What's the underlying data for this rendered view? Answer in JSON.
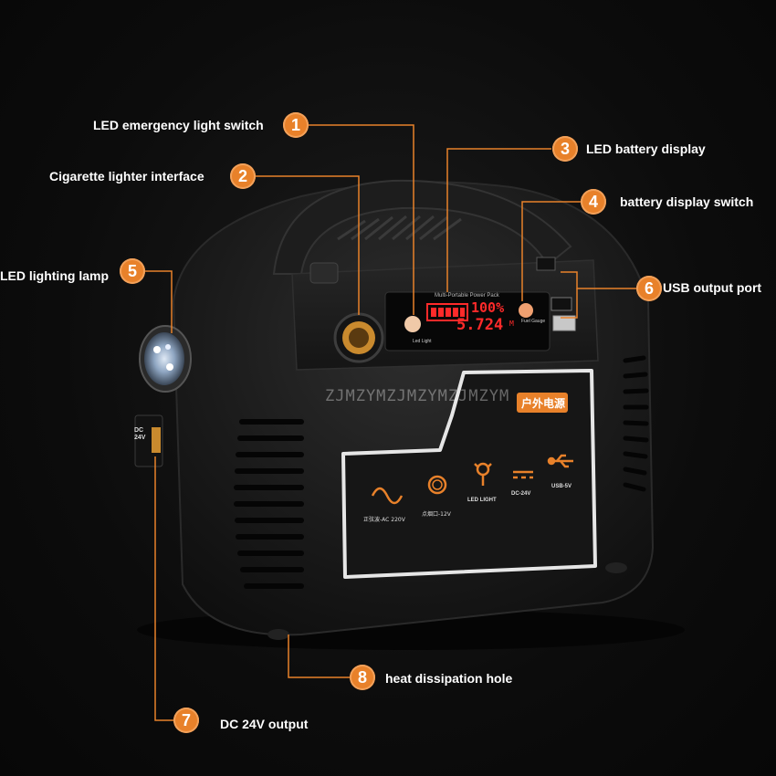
{
  "callouts": [
    {
      "num": "1",
      "text": "LED emergency light switch"
    },
    {
      "num": "2",
      "text": "Cigarette lighter interface"
    },
    {
      "num": "3",
      "text": "LED battery display"
    },
    {
      "num": "4",
      "text": "battery display switch"
    },
    {
      "num": "5",
      "text": "LED lighting lamp"
    },
    {
      "num": "6",
      "text": "USB output port"
    },
    {
      "num": "7",
      "text": "DC 24V output"
    },
    {
      "num": "8",
      "text": "heat dissipation hole"
    }
  ],
  "device": {
    "panel_title": "Multi-Portable Power Pack",
    "lcd_percent": "100%",
    "lcd_voltage": "5.724",
    "lcd_unit": "M",
    "led_light_label": "Led Light",
    "fuel_gauge_label": "Fuel Gauge",
    "badge_text": "户外电源",
    "side_label": "DC 24V",
    "icons": [
      {
        "name": "sine-wave-icon",
        "label": "正弦波-AC 220V"
      },
      {
        "name": "ring-icon",
        "label": "点烟口-12V"
      },
      {
        "name": "bulb-icon",
        "label": "LED LIGHT"
      },
      {
        "name": "dc-icon",
        "label": "DC-24V"
      },
      {
        "name": "usb-icon",
        "label": "USB-5V"
      }
    ]
  },
  "watermark": "ZJMZYMZJMZYMZJMZYM",
  "colors": {
    "accent": "#e8812a",
    "lcd_red": "#ff2a2a",
    "panel_border": "#e6e6e6"
  }
}
